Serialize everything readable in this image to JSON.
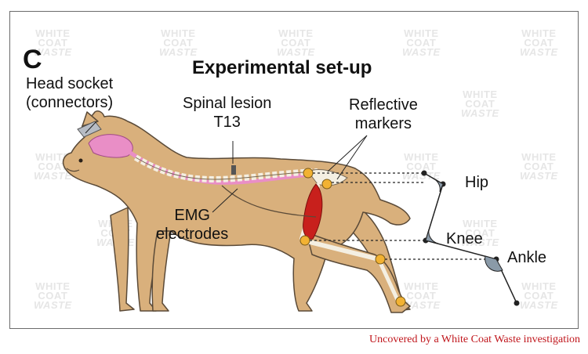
{
  "panel_letter": "C",
  "title": "Experimental set-up",
  "labels": {
    "head_socket_line1": "Head socket",
    "head_socket_line2": "(connectors)",
    "spinal_lesion_line1": "Spinal lesion",
    "spinal_lesion_line2": "T13",
    "reflective_line1": "Reflective",
    "reflective_line2": "markers",
    "emg_line1": "EMG",
    "emg_line2": "electrodes",
    "hip": "Hip",
    "knee": "Knee",
    "ankle": "Ankle"
  },
  "watermark": {
    "line1": "WHITE",
    "line2": "COAT",
    "line3": "WASTE"
  },
  "credit": "Uncovered by a White Coat Waste investigation",
  "colors": {
    "cat_body": "#d9b07c",
    "cat_outline": "#5a4a38",
    "brain": "#e98ec6",
    "muscle": "#c8201c",
    "marker": "#f2b233",
    "credit": "#c0161c"
  }
}
